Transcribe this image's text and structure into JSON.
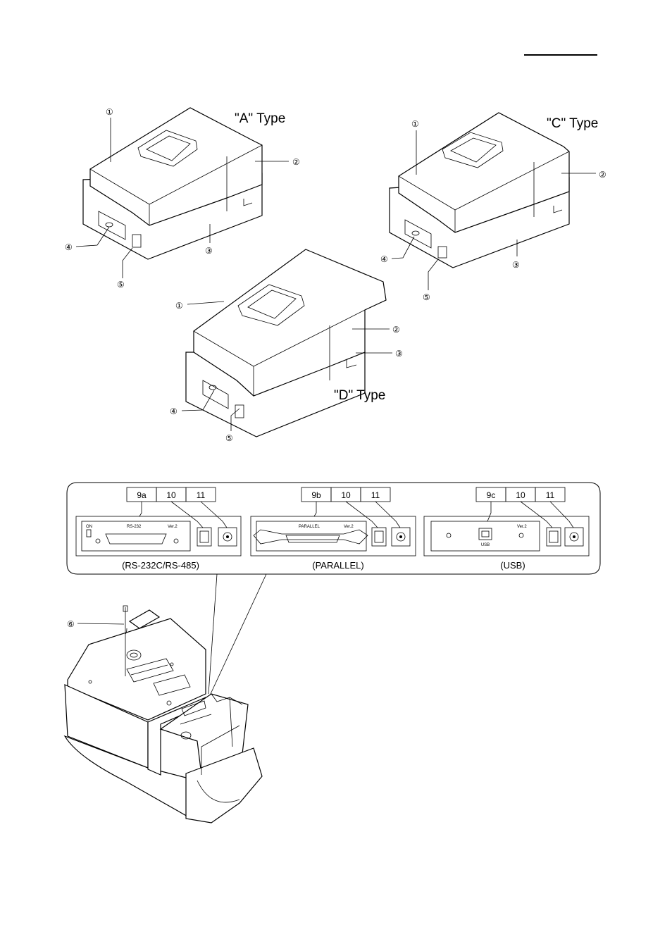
{
  "printer_types": [
    {
      "label": "\"A\" Type"
    },
    {
      "label": "\"C\" Type"
    },
    {
      "label": "\"D\" Type"
    }
  ],
  "callouts": {
    "c1": "①",
    "c2": "②",
    "c3": "③",
    "c4": "④",
    "c5": "⑤",
    "c6": "⑥"
  },
  "panels": [
    {
      "caption": "(RS-232C/RS-485)",
      "header": [
        "9a",
        "10",
        "11"
      ],
      "board_label": "RS-232",
      "ver_label": "Ver.2",
      "switch_label": "ON"
    },
    {
      "caption": "(PARALLEL)",
      "header": [
        "9b",
        "10",
        "11"
      ],
      "board_label": "PARALLEL",
      "ver_label": "Ver.2"
    },
    {
      "caption": "(USB)",
      "header": [
        "9c",
        "10",
        "11"
      ],
      "board_label": "USB",
      "ver_label": "Ver.2"
    }
  ]
}
